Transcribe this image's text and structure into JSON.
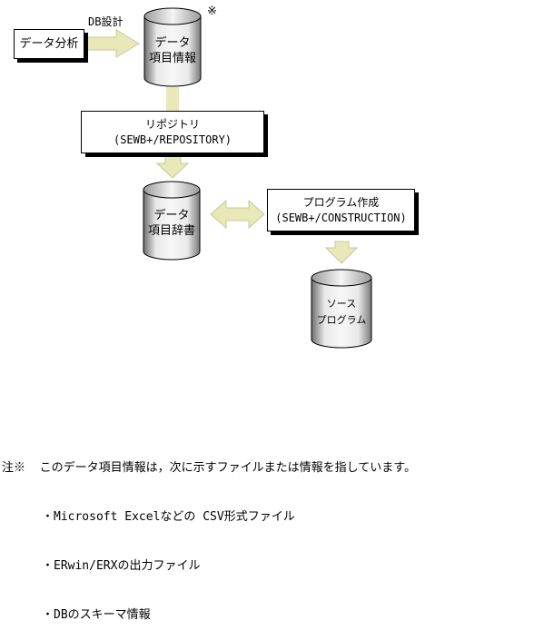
{
  "diagram": {
    "data_analysis": "データ分析",
    "db_design": "DB設計",
    "asterisk": "※",
    "data_item_info": {
      "line1": "データ",
      "line2": "項目情報"
    },
    "repository": {
      "line1": "リポジトリ",
      "line2": "(SEWB+/REPOSITORY)"
    },
    "data_dictionary": {
      "line1": "データ",
      "line2": "項目辞書"
    },
    "program_creation": {
      "line1": "プログラム作成",
      "line2": "(SEWB+/CONSTRUCTION)"
    },
    "source_program": {
      "line1": "ソース",
      "line2": "プログラム"
    }
  },
  "note": {
    "prefix": "注※",
    "text": "このデータ項目情報は，次に示すファイルまたは情報を指しています。",
    "items": [
      "・Microsoft Excelなどの CSV形式ファイル",
      "・ERwin/ERXの出力ファイル",
      "・DBのスキーマ情報"
    ]
  },
  "colors": {
    "arrow_fill": "#e8e8b8",
    "cylinder_light": "#f2f2f2",
    "cylinder_dark": "#8a8a8a"
  }
}
